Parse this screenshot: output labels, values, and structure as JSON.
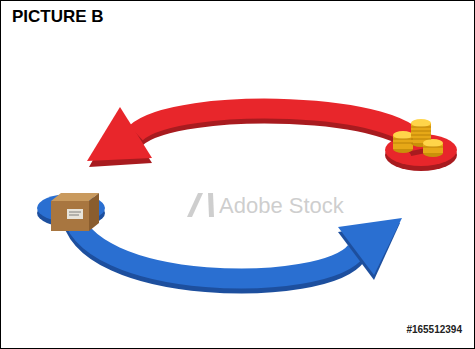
{
  "diagram": {
    "title": "PICTURE B",
    "labels": [
      "Adobe Stock",
      "#165512394"
    ]
  }
}
